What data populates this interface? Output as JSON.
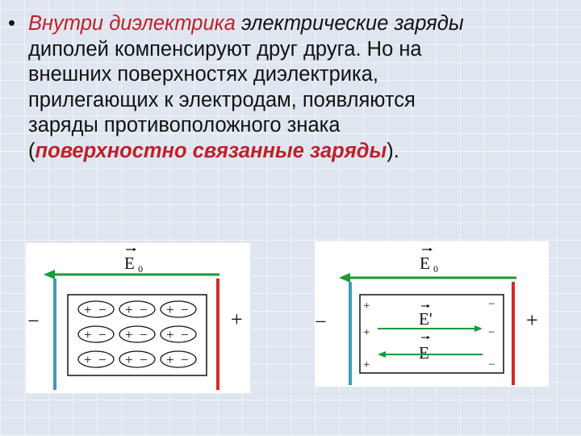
{
  "bullet": {
    "symbol": "•",
    "highlight": "Внутри диэлектрика",
    "italic_rest": " электрические заряды",
    "line2": "диполей компенсируют друг друга. Но на",
    "line3": "внешних поверхностях диэлектрика,",
    "line4": "прилегающих к электродам, появляются",
    "line5": "заряды противоположного знака",
    "paren_open": "(",
    "bold_term": "поверхностно связанные заряды",
    "paren_close": ")."
  },
  "figure_left": {
    "field_label": "E",
    "field_sub": "0",
    "minus_sign": "−",
    "plus_sign": "+",
    "dipole_plus": "+",
    "dipole_minus": "−"
  },
  "figure_right": {
    "field_label": "E",
    "field_sub": "0",
    "inner_label": "E'",
    "inner_label2": "E",
    "minus_sign": "−",
    "plus_sign": "+",
    "surface_plus": "+",
    "surface_minus": "−"
  },
  "colors": {
    "highlight_red": "#c0202a",
    "arrow_green": "#1a9a3a",
    "plate_blue": "#3a9fbf",
    "plate_red": "#d42a2a"
  }
}
